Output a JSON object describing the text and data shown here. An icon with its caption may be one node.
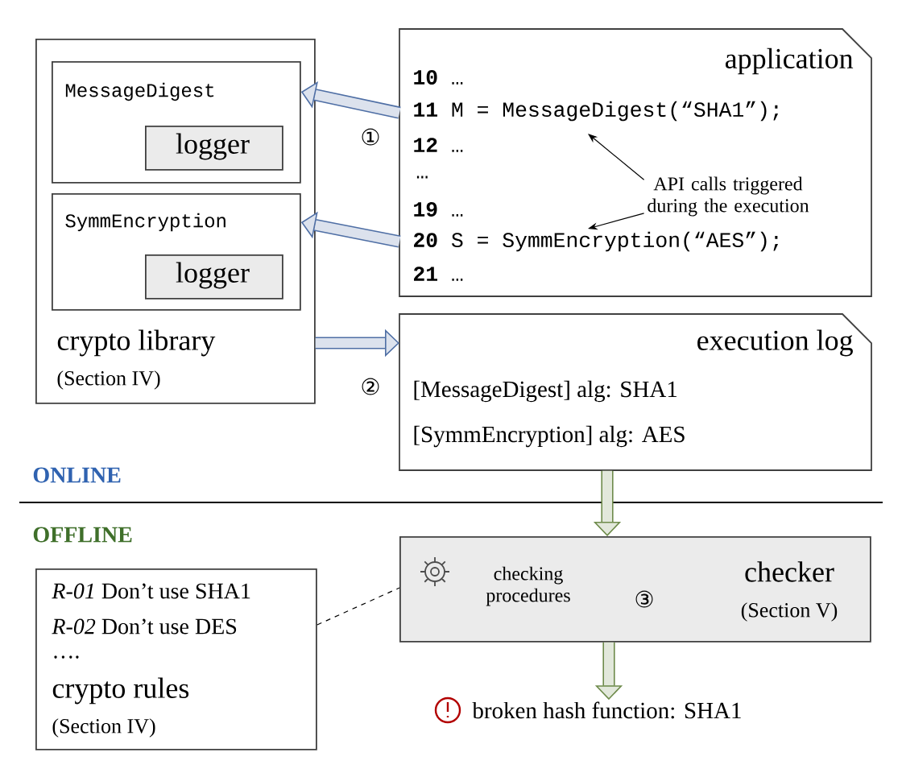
{
  "diagram": {
    "nodes": [
      {
        "text": [
          "crypto library",
          "(Section IV)"
        ]
      },
      {
        "text": [
          "MessageDigest"
        ],
        "in": 0
      },
      {
        "text": [
          "logger"
        ],
        "in": 1
      },
      {
        "text": [
          "SymmEncryption"
        ],
        "in": 0
      },
      {
        "text": [
          "logger"
        ],
        "in": 3
      },
      {
        "text": [
          "application",
          "**10** …",
          "**11** M = MessageDigest(“SHA1”);",
          "**12** …",
          "…",
          "**19** …",
          "**20** S = SymmEncryption(“AES”);",
          "**21** …"
        ]
      },
      {
        "text": [
          "execution log",
          "[MessageDigest] alg: SHA1",
          "[SymmEncryption] alg: AES"
        ]
      },
      {
        "text": [
          "checking procedures",
          "checker",
          "(Section V)"
        ]
      },
      {
        "text": [
          "*R-01* Don’t use SHA1",
          "*R-02* Don’t use DES",
          "….",
          "crypto rules",
          "(Section IV)"
        ]
      },
      {
        "text": [
          "broken hash function: SHA1"
        ]
      },
      {
        "text": [
          "API calls triggered during the execution"
        ],
        "in": 5
      }
    ],
    "edges": [
      {
        "from": 5,
        "to": 1,
        "arrow": "to"
      },
      {
        "from": 5,
        "to": 3,
        "arrow": "to"
      },
      {
        "from": 0,
        "to": 6,
        "arrow": "to"
      },
      {
        "from": 6,
        "to": 7,
        "arrow": "to",
        "color": "#6e8b4b"
      },
      {
        "from": 7,
        "to": 9,
        "arrow": "to",
        "color": "#6e8b4b"
      },
      {
        "from": 8,
        "to": 7,
        "arrow": "none",
        "style": "dashed",
        "color": "#000000"
      },
      {
        "from": 10,
        "to": null,
        "arrow": "to",
        "color": "#000000"
      },
      {
        "from": 10,
        "to": null,
        "arrow": "to",
        "color": "#000000"
      }
    ],
    "labels": [
      "①",
      "②",
      "ONLINE",
      "OFFLINE",
      "③"
    ]
  }
}
